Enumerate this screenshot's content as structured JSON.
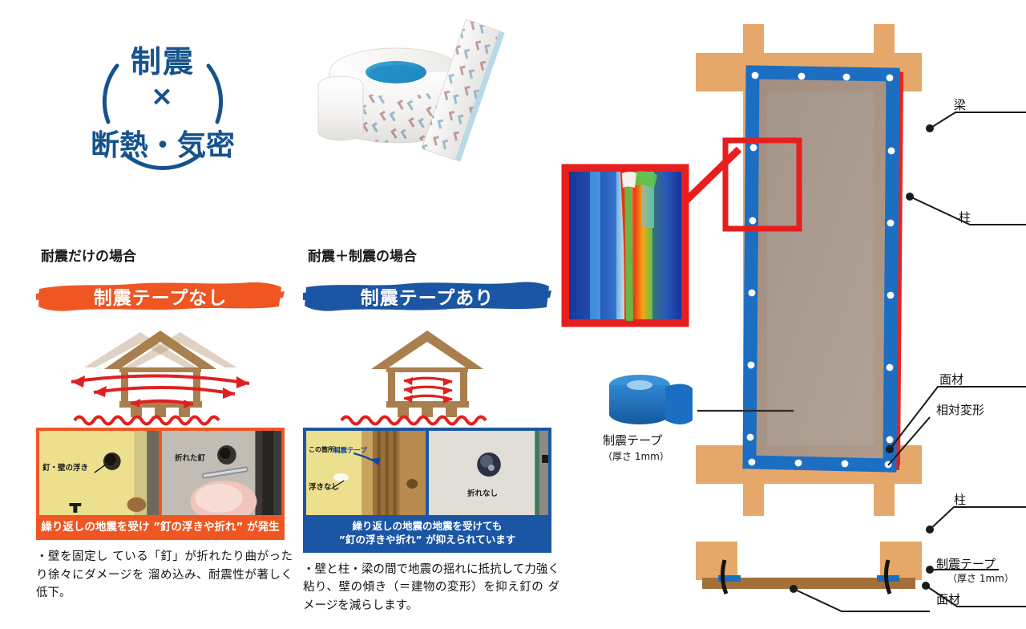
{
  "logo": {
    "top": "制震",
    "cross": "×",
    "bottom": "断熱・気密",
    "color": "#16538c"
  },
  "tape_photo": {
    "alt": "制震テープロール"
  },
  "comparison": {
    "left": {
      "heading": "耐震だけの場合",
      "banner_label": "制震テープなし",
      "banner_color": "#ef5622",
      "photo_labels": [
        "釘・壁の浮き",
        "折れた釘"
      ],
      "caption": "繰り返しの地震を受け ”釘の浮きや折れ” が発生",
      "body": "・壁を固定し ている「釘」が折れたり曲がったり徐々にダメージを 溜め込み、耐震性が著しく低下。"
    },
    "right": {
      "heading": "耐震＋制震の場合",
      "banner_label": "制震テープあり",
      "banner_color": "#1b56a4",
      "photo_labels": [
        "この箇所に",
        "制震テープ",
        "浮きなし",
        "折れなし"
      ],
      "caption_line1": "繰り返しの地震の地震を受けても",
      "caption_line2": "”釘の浮きや折れ” が抑えられています",
      "body": "・壁と柱・梁の間で地震の揺れに抵抗して力強く粘り、壁の傾き（＝建物の変形）を抑え釘の ダメージを減らします。"
    }
  },
  "diagram": {
    "labels": {
      "beam": "梁",
      "column_top": "柱",
      "panel_top": "面材",
      "relative_deformation": "相対変形",
      "column_bottom": "柱",
      "tape_bottom": "制震テープ",
      "tape_bottom_sub": "（厚さ 1mm）",
      "panel_bottom": "面材",
      "tape_legend": "制震テープ",
      "tape_legend_sub": "（厚さ 1mm）"
    },
    "colors": {
      "wood": "#e6a86a",
      "wood_dark": "#c98d52",
      "tape_blue": "#1b6ec2",
      "panel": "#a08d80",
      "callout_red": "#e81d1d",
      "stress_red": "#e8251c"
    }
  }
}
